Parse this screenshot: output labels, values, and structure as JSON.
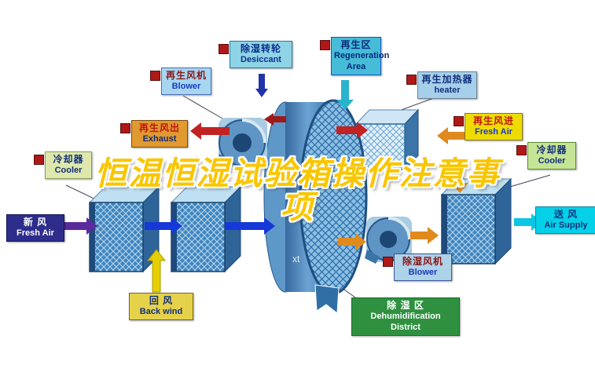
{
  "title": {
    "line1": "恒温恒湿试验箱操作注意事",
    "line2": "项"
  },
  "watermark": "xt",
  "labels": {
    "desiccant": {
      "zh": "除湿转轮",
      "en": "Desiccant"
    },
    "regen_area": {
      "zh": "再生区",
      "en": "Regeneration Area"
    },
    "regen_blower": {
      "zh": "再生风机",
      "en": "Blower"
    },
    "regen_heater": {
      "zh": "再生加热器",
      "en": "heater"
    },
    "exhaust": {
      "zh": "再生风出",
      "en": "Exhaust"
    },
    "regen_fresh_air": {
      "zh": "再生风进",
      "en": "Fresh Air"
    },
    "cooler_left": {
      "zh": "冷却器",
      "en": "Cooler"
    },
    "cooler_right": {
      "zh": "冷却器",
      "en": "Cooler"
    },
    "fresh_air": {
      "zh": "新  风",
      "en": "Fresh Air"
    },
    "back_wind": {
      "zh": "回  风",
      "en": "Back wind"
    },
    "dehumid_blower": {
      "zh": "除湿风机",
      "en": "Blower"
    },
    "dehumid_district": {
      "zh": "除 湿 区",
      "en": "Dehumidification District"
    },
    "air_supply": {
      "zh": "送  风",
      "en": "Air Supply"
    }
  },
  "colors": {
    "title_text": "#f9c602",
    "legend_marker": "#b01818",
    "wheel_body": "#4d88ba",
    "arrow_purple": "#5b2a9d",
    "arrow_blue": "#1638d8",
    "arrow_yellow": "#e6cf00",
    "arrow_red": "#c22222",
    "arrow_teal": "#2ab4cc",
    "arrow_orange": "#e08a1e",
    "arrow_cyan": "#0cc6e6",
    "dehumid_green": "#2f9140"
  }
}
